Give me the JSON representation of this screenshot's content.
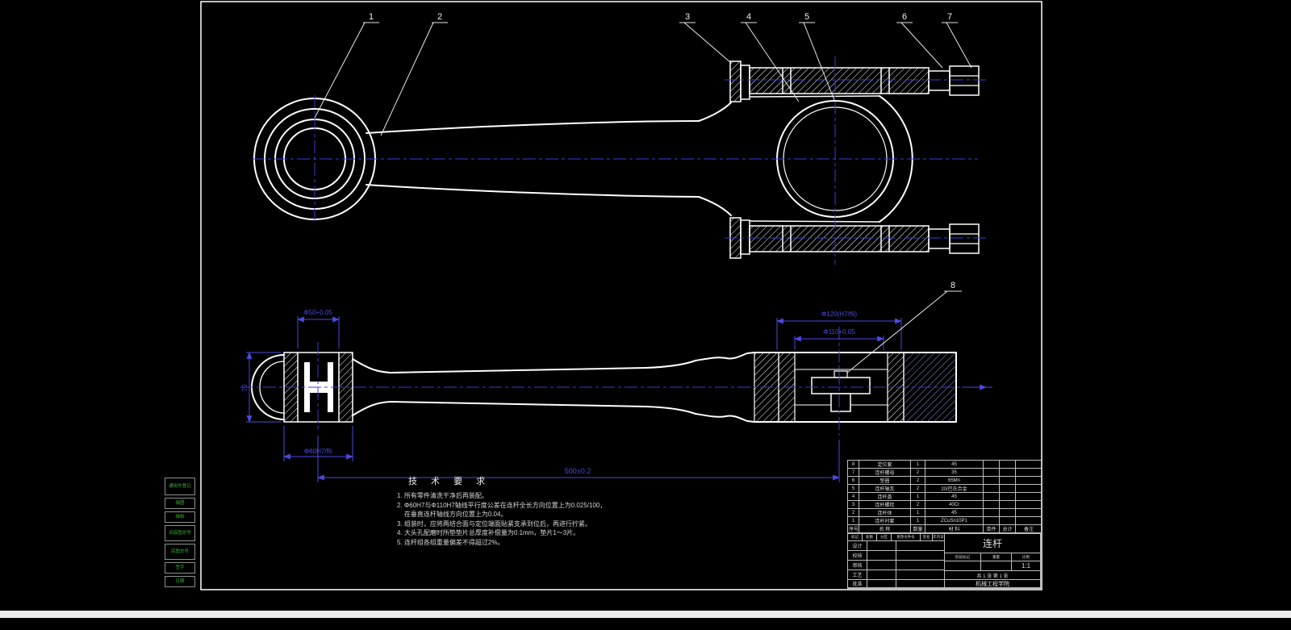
{
  "colors": {
    "background": "#000000",
    "line": "#ffffff",
    "accent": "#3c3cd9",
    "green": "#3ab03a"
  },
  "callouts": [
    "1",
    "2",
    "3",
    "4",
    "5",
    "6",
    "7",
    "8"
  ],
  "dimensions": {
    "phi50": "Φ50+0.05",
    "height70": "70",
    "phi60": "Φ60H7/f6",
    "length500": "500±0.2",
    "phi120": "Φ120(H7/f6)",
    "phi110": "Φ110+0.05"
  },
  "tech": {
    "title": "技 术 要 求",
    "lines": [
      "1. 所有零件清洗干净后再装配。",
      "2. Φ60H7与Φ110H7轴线平行度公差在连杆全长方向位置上为0.025/100，",
      "    在垂直连杆轴线方向位置上为0.04。",
      "3. 组装时，应将两结合面与定位端面贴紧支承到位后，再进行拧紧。",
      "4. 大头孔配磨时所垫垫片总厚度补偿量为0.1mm，垫片1～3片。",
      "5. 连杆组各组重量偏差不得超过2%。"
    ]
  },
  "bom": {
    "headers": [
      "序号",
      "名  称",
      "数量",
      "材  料",
      "单件",
      "总计",
      "备注"
    ],
    "rows": [
      [
        "8",
        "定位套",
        "1",
        "45",
        "",
        "",
        ""
      ],
      [
        "7",
        "连杆螺母",
        "2",
        "35",
        "",
        "",
        ""
      ],
      [
        "6",
        "垫圈",
        "2",
        "65Mn",
        "",
        "",
        ""
      ],
      [
        "5",
        "连杆轴瓦",
        "2",
        "20/巴氏合金",
        "",
        "",
        ""
      ],
      [
        "4",
        "连杆盖",
        "1",
        "45",
        "",
        "",
        ""
      ],
      [
        "3",
        "连杆螺栓",
        "2",
        "40Cr",
        "",
        "",
        ""
      ],
      [
        "2",
        "连杆体",
        "1",
        "45",
        "",
        "",
        ""
      ],
      [
        "1",
        "连杆衬套",
        "1",
        "ZCuSn10P1",
        "",
        "",
        ""
      ]
    ]
  },
  "title_block": {
    "part_name": "连杆",
    "scale_label": "比例",
    "scale": "1:1",
    "weight_label": "重量",
    "stage_label": "阶段标记",
    "sheet_info": "共 1 张  第 1 张",
    "sign_headers": [
      "标记",
      "处数",
      "分区",
      "更改文件号",
      "签名",
      "年月日"
    ],
    "sign_rows": [
      "设计",
      "校核",
      "审核",
      "工艺",
      "批准"
    ],
    "company": "机械工程学院"
  },
  "margin_strip": {
    "items": [
      "通用件登记",
      "描图",
      "描校",
      "旧底图总号",
      "底图总号",
      "签字",
      "日期"
    ]
  }
}
